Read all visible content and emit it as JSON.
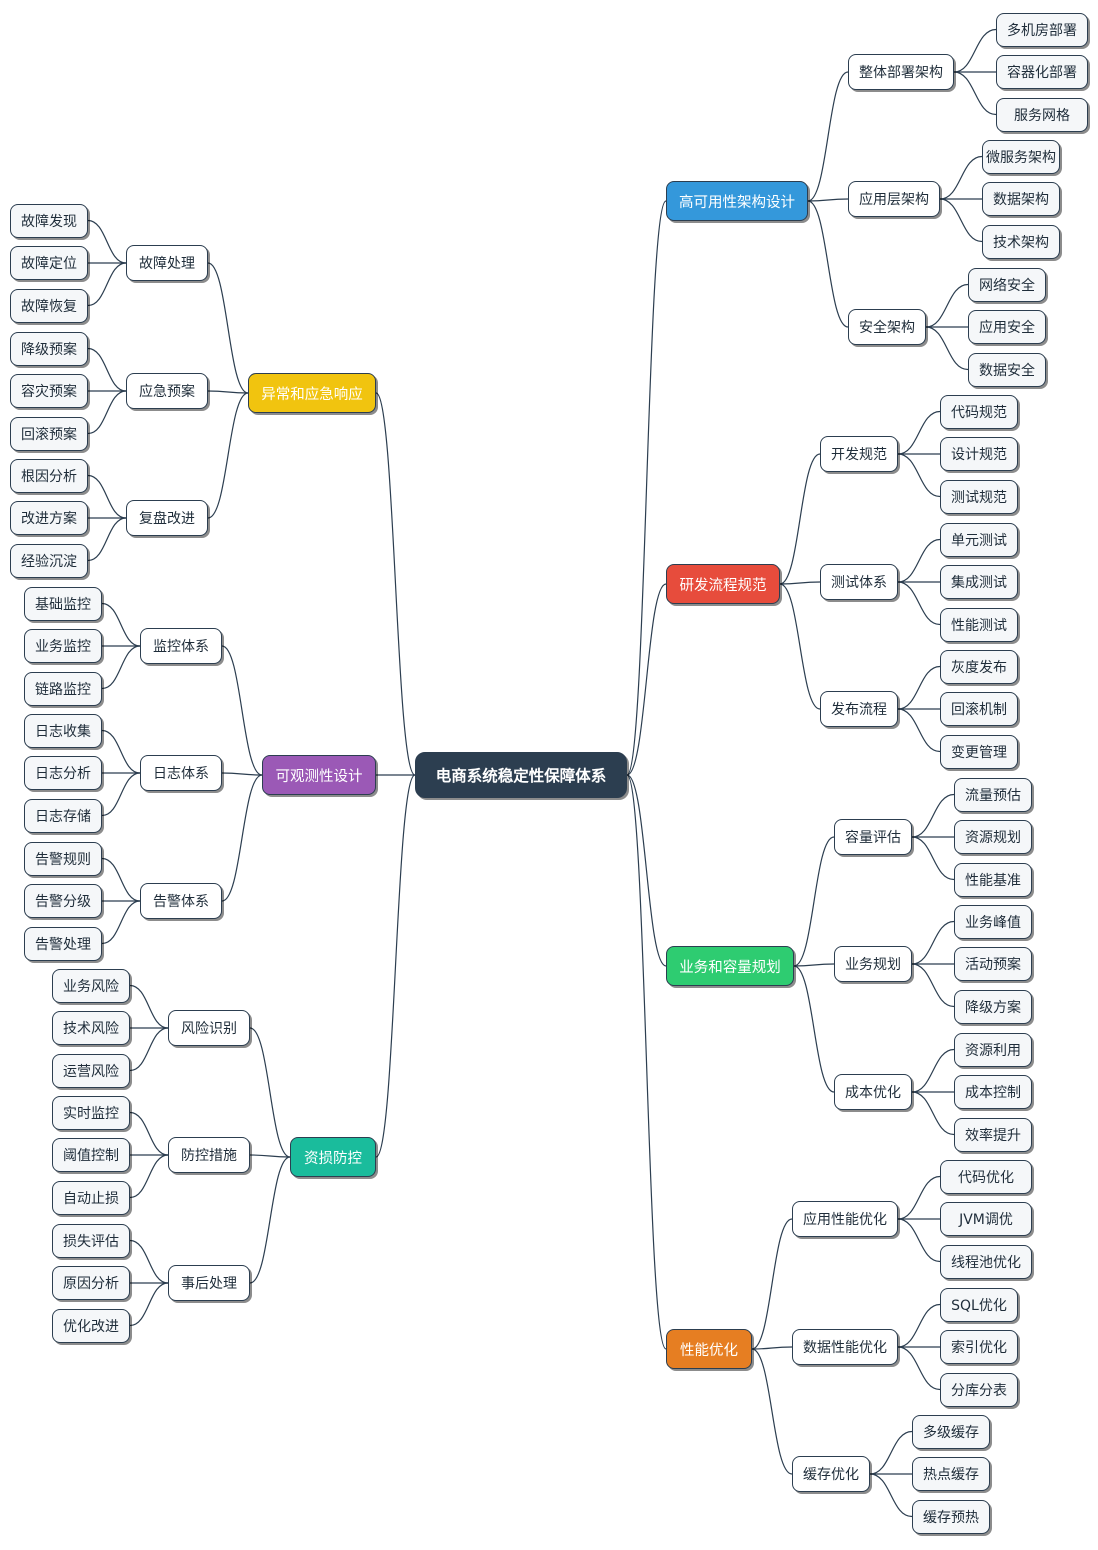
{
  "root": "电商系统稳定性保障体系",
  "branches": [
    {
      "label": "高可用性架构设计",
      "color": "#3498db",
      "children": [
        {
          "label": "整体部署架构",
          "children": [
            "多机房部署",
            "容器化部署",
            "服务网格"
          ]
        },
        {
          "label": "应用层架构",
          "children": [
            "微服务架构",
            "数据架构",
            "技术架构"
          ]
        },
        {
          "label": "安全架构",
          "children": [
            "网络安全",
            "应用安全",
            "数据安全"
          ]
        }
      ]
    },
    {
      "label": "研发流程规范",
      "color": "#e74c3c",
      "children": [
        {
          "label": "开发规范",
          "children": [
            "代码规范",
            "设计规范",
            "测试规范"
          ]
        },
        {
          "label": "测试体系",
          "children": [
            "单元测试",
            "集成测试",
            "性能测试"
          ]
        },
        {
          "label": "发布流程",
          "children": [
            "灰度发布",
            "回滚机制",
            "变更管理"
          ]
        }
      ]
    },
    {
      "label": "业务和容量规划",
      "color": "#2ecc71",
      "children": [
        {
          "label": "容量评估",
          "children": [
            "流量预估",
            "资源规划",
            "性能基准"
          ]
        },
        {
          "label": "业务规划",
          "children": [
            "业务峰值",
            "活动预案",
            "降级方案"
          ]
        },
        {
          "label": "成本优化",
          "children": [
            "资源利用",
            "成本控制",
            "效率提升"
          ]
        }
      ]
    },
    {
      "label": "性能优化",
      "color": "#e67e22",
      "children": [
        {
          "label": "应用性能优化",
          "children": [
            "代码优化",
            "JVM调优",
            "线程池优化"
          ]
        },
        {
          "label": "数据性能优化",
          "children": [
            "SQL优化",
            "索引优化",
            "分库分表"
          ]
        },
        {
          "label": "缓存优化",
          "children": [
            "多级缓存",
            "热点缓存",
            "缓存预热"
          ]
        }
      ]
    },
    {
      "label": "异常和应急响应",
      "color": "#f1c40f",
      "children": [
        {
          "label": "故障处理",
          "children": [
            "故障发现",
            "故障定位",
            "故障恢复"
          ]
        },
        {
          "label": "应急预案",
          "children": [
            "降级预案",
            "容灾预案",
            "回滚预案"
          ]
        },
        {
          "label": "复盘改进",
          "children": [
            "根因分析",
            "改进方案",
            "经验沉淀"
          ]
        }
      ]
    },
    {
      "label": "可观测性设计",
      "color": "#9b59b6",
      "children": [
        {
          "label": "监控体系",
          "children": [
            "基础监控",
            "业务监控",
            "链路监控"
          ]
        },
        {
          "label": "日志体系",
          "children": [
            "日志收集",
            "日志分析",
            "日志存储"
          ]
        },
        {
          "label": "告警体系",
          "children": [
            "告警规则",
            "告警分级",
            "告警处理"
          ]
        }
      ]
    },
    {
      "label": "资损防控",
      "color": "#1abc9c",
      "children": [
        {
          "label": "风险识别",
          "children": [
            "业务风险",
            "技术风险",
            "运营风险"
          ]
        },
        {
          "label": "防控措施",
          "children": [
            "实时监控",
            "阈值控制",
            "自动止损"
          ]
        },
        {
          "label": "事后处理",
          "children": [
            "损失评估",
            "原因分析",
            "优化改进"
          ]
        }
      ]
    }
  ]
}
